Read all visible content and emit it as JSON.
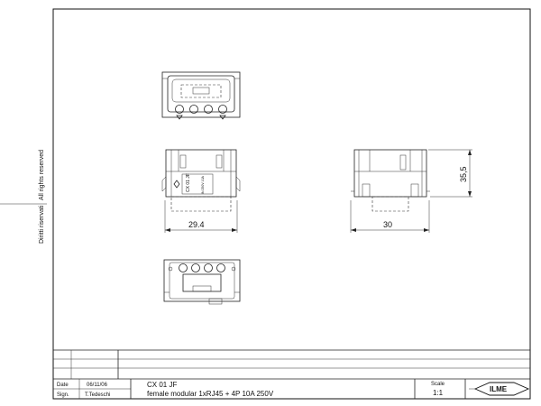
{
  "side_note": {
    "left": "Diritti riservati",
    "right": "All rights reserved"
  },
  "dimensions": {
    "width_front": "29.4",
    "width_side": "30",
    "height_side": "35,5"
  },
  "part_label": {
    "line1": "CX 01 JF",
    "line2": "IN 250V 10A"
  },
  "title_block": {
    "date_label": "Date",
    "date_value": "06/11/06",
    "sign_label": "Sign.",
    "sign_value": "T.Tedeschi",
    "code": "CX 01 JF",
    "description": "female modular 1xRJ45 + 4P 10A 250V",
    "scale_label": "Scale",
    "scale_value": "1:1",
    "logo_text": "ILME"
  }
}
